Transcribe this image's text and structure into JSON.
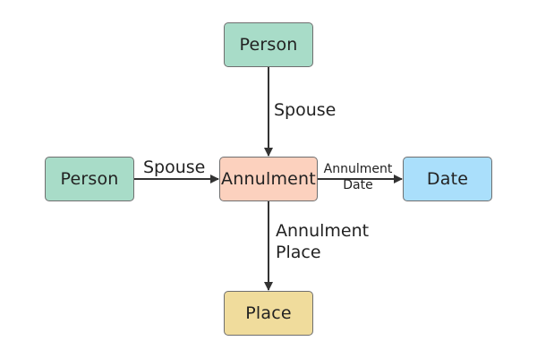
{
  "colors": {
    "person": "#a8dcc8",
    "annulment": "#fcd1be",
    "date": "#aadffb",
    "place": "#f0dc9c",
    "edge": "#333333"
  },
  "nodes": {
    "person_top": "Person",
    "person_left": "Person",
    "annulment": "Annulment",
    "date": "Date",
    "place": "Place"
  },
  "edges": {
    "spouse_top": "Spouse",
    "spouse_left": "Spouse",
    "annulment_date": "Annulment Date",
    "annulment_place": "Annulment Place"
  }
}
